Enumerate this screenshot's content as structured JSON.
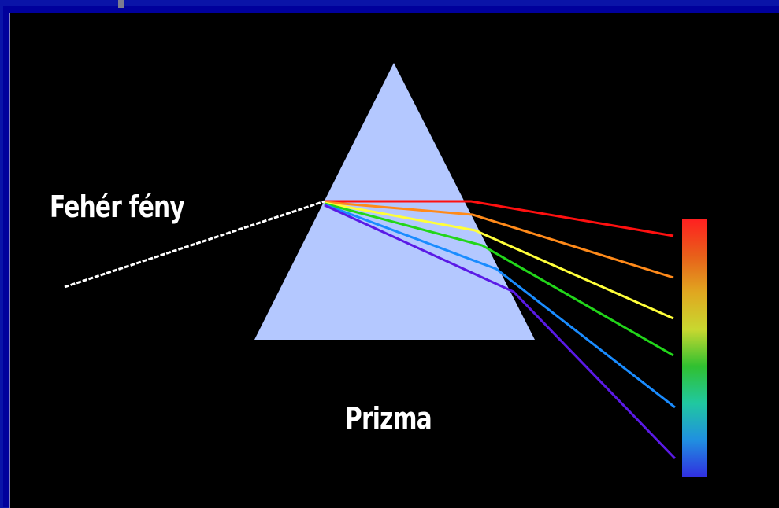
{
  "labels": {
    "white_light": "Fehér fény",
    "prism": "Prizma"
  },
  "colors": {
    "background": "#000000",
    "frame": "#00009c",
    "prism": "#b4c8ff",
    "white_beam": "#ffffff",
    "spectrum_rays": [
      "#ff1010",
      "#ff8a1a",
      "#ffff3a",
      "#22d61a",
      "#1a8cff",
      "#5a1ae6"
    ]
  },
  "spectrum_colors": [
    "#ff2020",
    "#e8601a",
    "#e0a820",
    "#c8d830",
    "#30c030",
    "#20c8a0",
    "#2090e0",
    "#3030e0"
  ],
  "icons": {
    "prism": "triangle-prism",
    "spectrum": "color-spectrum-bar"
  }
}
